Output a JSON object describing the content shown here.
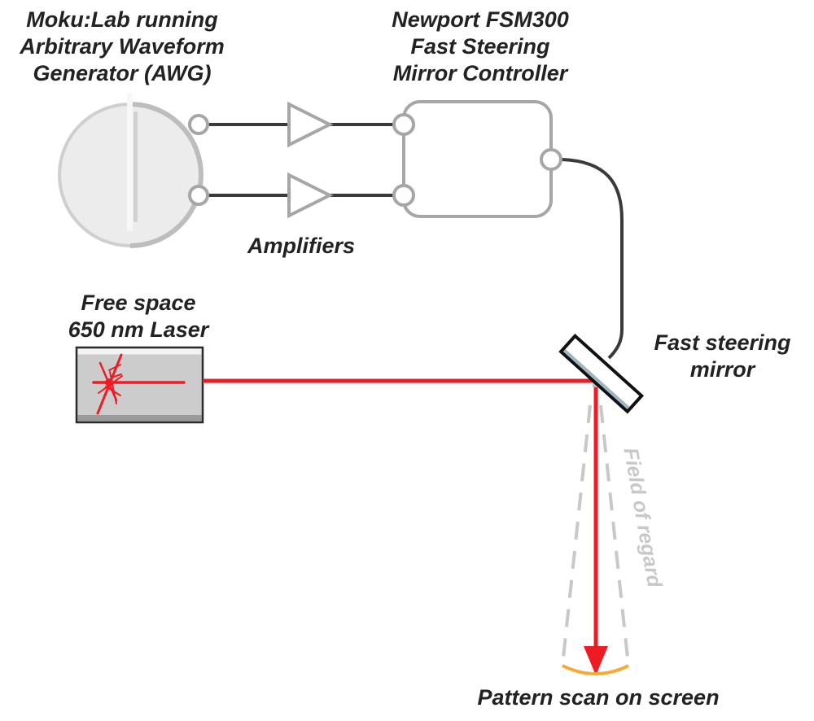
{
  "labels": {
    "awg": {
      "lines": [
        "Moku:Lab running",
        "Arbitrary Waveform",
        "Generator (AWG)"
      ]
    },
    "controller": {
      "lines": [
        "Newport FSM300",
        "Fast Steering",
        "Mirror Controller"
      ]
    },
    "amplifiers": "Amplifiers",
    "laser": {
      "lines": [
        "Free space",
        "650 nm Laser"
      ]
    },
    "mirror": {
      "lines": [
        "Fast steering",
        "mirror"
      ]
    },
    "field_of_regard": "Field of regard",
    "screen": "Pattern scan on screen"
  },
  "colors": {
    "text": "#222222",
    "wire": "#3a3a3a",
    "component_outline": "#a6a6a8",
    "device_fill": "#ececec",
    "laser_beam": "#ed1c24",
    "scan_arc": "#f7a935",
    "field_dashes": "#c8c8c8",
    "mirror_face": "#9fb4c0"
  }
}
